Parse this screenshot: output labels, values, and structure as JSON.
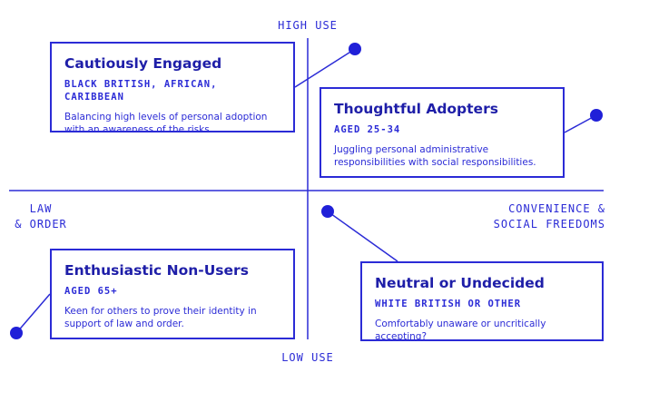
{
  "axes": {
    "top": "HIGH USE",
    "bottom": "LOW USE",
    "left_line1": "LAW",
    "left_line2": "& ORDER",
    "right_line1": "CONVENIENCE &",
    "right_line2": "SOCIAL FREEDOMS"
  },
  "segments": [
    {
      "title": "Cautiously Engaged",
      "subtitle": "BLACK BRITISH, AFRICAN, CARIBBEAN",
      "description": "Balancing high levels of personal adoption with an awareness of the risks."
    },
    {
      "title": "Thoughtful Adopters",
      "subtitle": "AGED 25-34",
      "description": "Juggling personal administrative responsibilities with social responsibilities."
    },
    {
      "title": "Enthusiastic Non-Users",
      "subtitle": "AGED 65+",
      "description": "Keen for others to prove their identity in support of law and order."
    },
    {
      "title": "Neutral or Undecided",
      "subtitle": "WHITE BRITISH OR OTHER",
      "description": "Comfortably unaware or uncritically accepting?"
    }
  ],
  "colors": {
    "accent": "#2b2bd6",
    "title": "#1e1ea8",
    "background": "#ffffff"
  }
}
